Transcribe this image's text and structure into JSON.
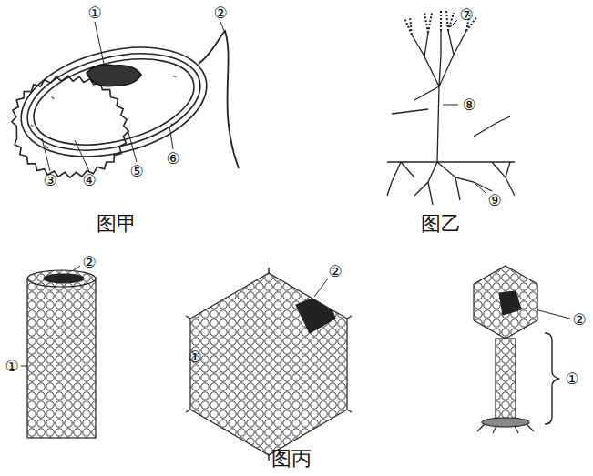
{
  "diagram": {
    "labels": [
      "①",
      "②",
      "③",
      "④",
      "⑤",
      "⑥",
      "图甲",
      "⑦",
      "⑧",
      "⑨",
      "图乙",
      "②",
      "②",
      "②",
      "①",
      "①",
      "①",
      "图丙"
    ]
  }
}
